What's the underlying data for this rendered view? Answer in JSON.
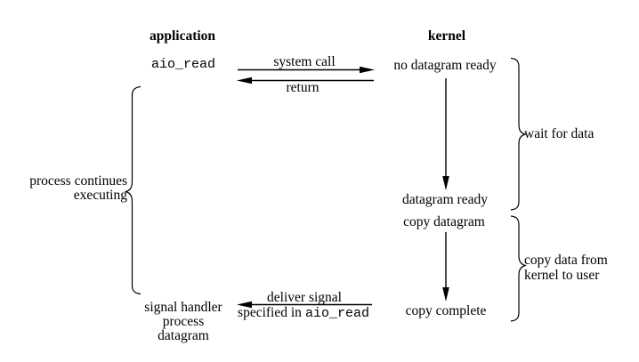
{
  "colors": {
    "ink": "#000000",
    "background": "#ffffff"
  },
  "headers": {
    "application": "application",
    "kernel": "kernel"
  },
  "application_lane": {
    "call_label": "aio_read",
    "handler_line1": "signal handler",
    "handler_line2": "process",
    "handler_line3": "datagram"
  },
  "kernel_lane": {
    "state_no_datagram": "no datagram ready",
    "state_datagram_ready": "datagram ready",
    "state_copy_datagram": "copy datagram",
    "state_copy_complete": "copy complete"
  },
  "messages": {
    "system_call": "system call",
    "return_label": "return",
    "deliver_signal": "deliver signal",
    "deliver_specified_prefix": "specified in",
    "deliver_specified_code": "aio_read"
  },
  "annotations": {
    "process_continues_line1": "process continues",
    "process_continues_line2": "executing",
    "wait_for_data": "wait for data",
    "copy_data_line1": "copy data from",
    "copy_data_line2": "kernel to user"
  }
}
